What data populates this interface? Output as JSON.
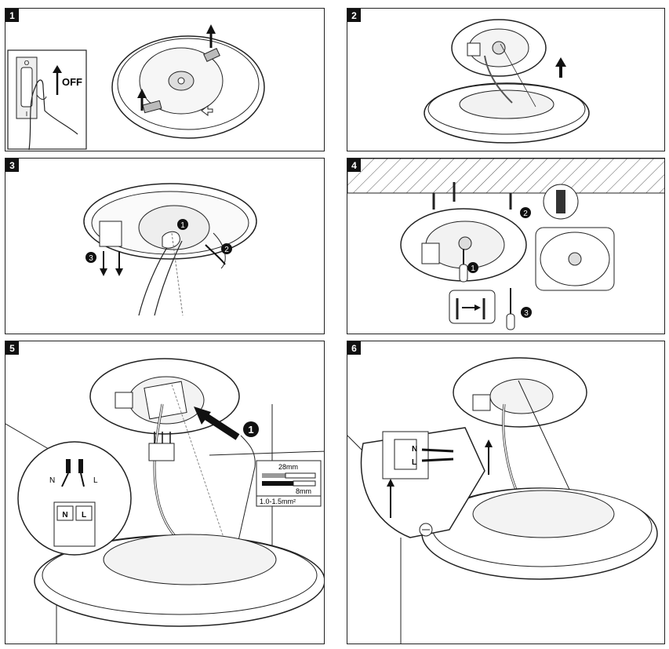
{
  "steps": [
    "1",
    "2",
    "3",
    "4",
    "5",
    "6"
  ],
  "step1": {
    "switch_label": "OFF",
    "switch_top": "O",
    "switch_bottom": "I"
  },
  "step3": {
    "callouts": [
      "1",
      "2",
      "3"
    ]
  },
  "step4": {
    "callouts": [
      "1",
      "2",
      "3"
    ]
  },
  "step5": {
    "callout": "1",
    "neutral": "N",
    "live": "L",
    "strip_outer": "28mm",
    "strip_inner": "8mm",
    "wire_size": "1.0-1.5mm²"
  },
  "step6": {
    "terminal_n": "N",
    "terminal_l": "L"
  },
  "colors": {
    "stroke": "#222222",
    "fill_dark": "#111111",
    "ceiling_hatch": "#555555",
    "grey": "#888888"
  }
}
